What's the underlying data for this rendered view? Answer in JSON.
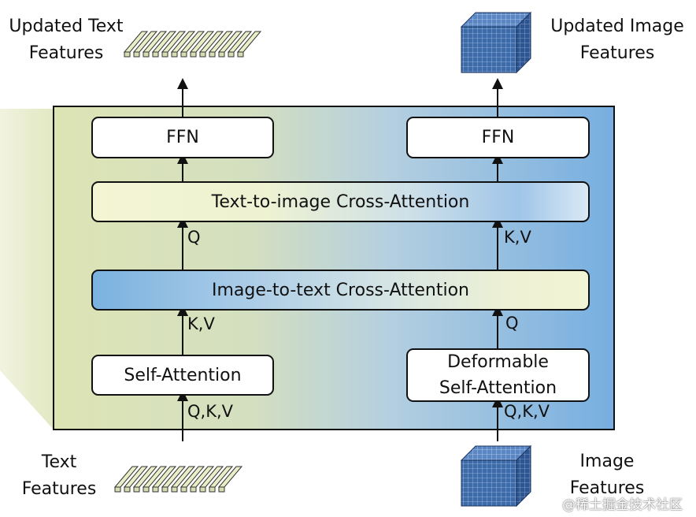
{
  "labels": {
    "updated_text_features": "Updated Text\nFeatures",
    "updated_image_features": "Updated Image\nFeatures",
    "text_features": "Text\nFeatures",
    "image_features": "Image\nFeatures"
  },
  "boxes": {
    "ffn_left": "FFN",
    "ffn_right": "FFN",
    "text_to_image_cross_attention": "Text-to-image Cross-Attention",
    "image_to_text_cross_attention": "Image-to-text Cross-Attention",
    "self_attention": "Self-Attention",
    "deformable_self_attention": "Deformable\nSelf-Attention"
  },
  "edge_labels": {
    "left_bottom_input": "Q,K,V",
    "left_to_image_to_text": "K,V",
    "left_to_text_to_image": "Q",
    "right_bottom_input": "Q,K,V",
    "right_to_image_to_text": "Q",
    "right_to_text_to_image": "K,V"
  },
  "watermark": "@稀土掘金技术社区",
  "colors": {
    "panel_left": "#dde4b4",
    "panel_right": "#77aee0",
    "text_feature_bars": "#e9eec7",
    "image_cube": "#3f6db0",
    "outline": "#111111"
  }
}
